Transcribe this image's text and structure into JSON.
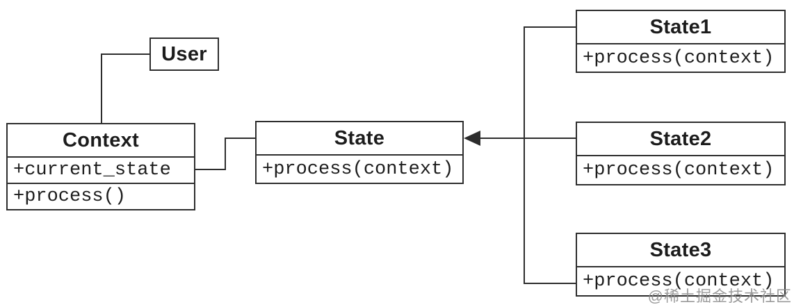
{
  "diagram": {
    "type": "uml-class-diagram",
    "classes": {
      "user": {
        "name": "User",
        "members": []
      },
      "context": {
        "name": "Context",
        "members": [
          "+current_state",
          "+process()"
        ]
      },
      "state": {
        "name": "State",
        "members": [
          "+process(context)"
        ]
      },
      "state1": {
        "name": "State1",
        "members": [
          "+process(context)"
        ]
      },
      "state2": {
        "name": "State2",
        "members": [
          "+process(context)"
        ]
      },
      "state3": {
        "name": "State3",
        "members": [
          "+process(context)"
        ]
      }
    },
    "relations": [
      {
        "from": "User",
        "to": "Context",
        "type": "line"
      },
      {
        "from": "Context",
        "to": "State",
        "type": "line"
      },
      {
        "from": "State1",
        "to": "State",
        "type": "filled-arrow"
      },
      {
        "from": "State2",
        "to": "State",
        "type": "filled-arrow"
      },
      {
        "from": "State3",
        "to": "State",
        "type": "filled-arrow"
      }
    ],
    "colors": {
      "line": "#2d2d2d",
      "text": "#1c1c1c",
      "background": "#ffffff",
      "watermark": "#8a8a8a"
    }
  },
  "watermark": {
    "text": "@稀土掘金技术社区"
  }
}
